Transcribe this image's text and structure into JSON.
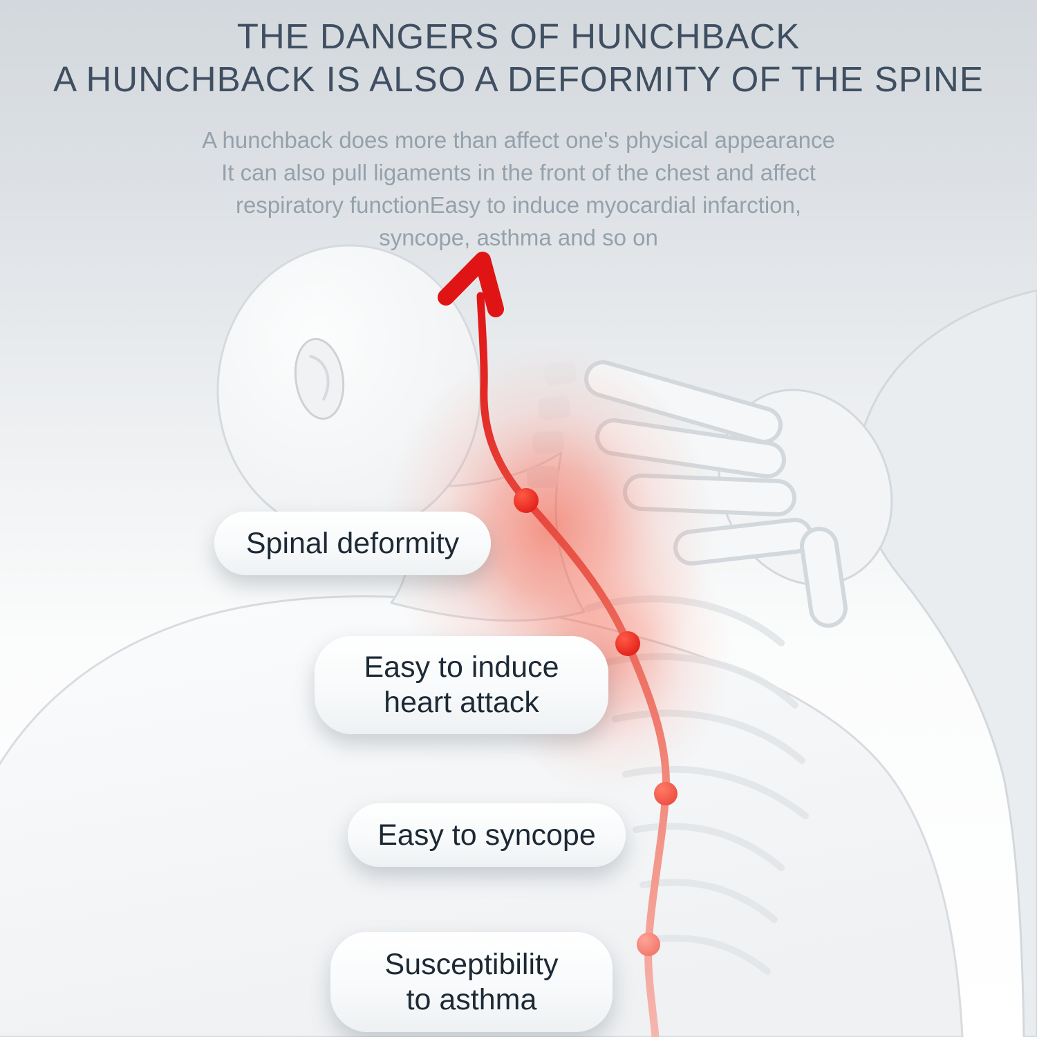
{
  "page": {
    "title_line1": "THE DANGERS OF HUNCHBACK",
    "title_line2": "A HUNCHBACK IS ALSO A DEFORMITY OF THE SPINE",
    "subtitle_lines": [
      "A hunchback does more than affect one's physical appearance",
      "It can also pull ligaments in the front of the chest and affect",
      "respiratory functionEasy to induce myocardial infarction,",
      "syncope, asthma and so on"
    ]
  },
  "callouts": [
    {
      "lines": [
        "Spinal deformity"
      ]
    },
    {
      "lines": [
        "Easy to induce",
        "heart attack"
      ]
    },
    {
      "lines": [
        "Easy to syncope"
      ]
    },
    {
      "lines": [
        "Susceptibility",
        "to asthma"
      ]
    }
  ],
  "colors": {
    "title-color": "#3f4f61",
    "subtitle-color": "#95a1aa",
    "callout-text-color": "#1d2935",
    "accent-red": "#e01414",
    "accent-red-soft": "#f2837b",
    "bg-top": "#d3d8dd",
    "pill-bg": "#ffffff"
  }
}
